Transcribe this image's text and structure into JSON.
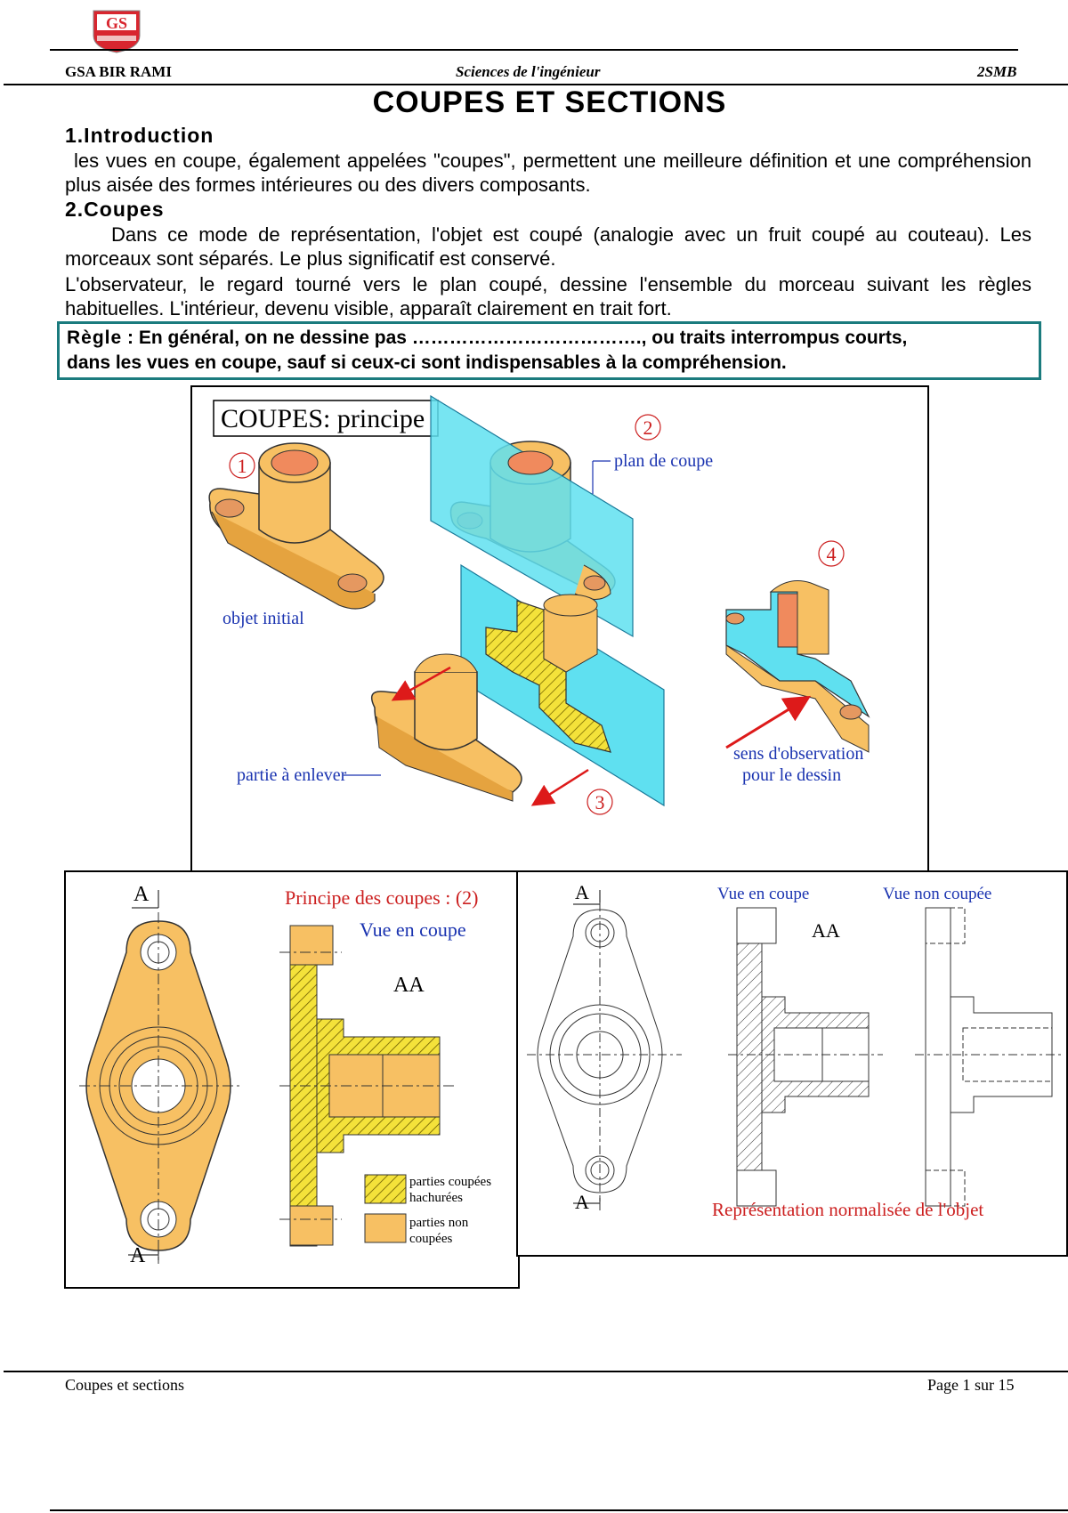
{
  "header": {
    "logo_text": "GS",
    "school": "GSA BIR RAMI",
    "subject": "Sciences de l'ingénieur",
    "class": "2SMB"
  },
  "title": "COUPES ET SECTIONS",
  "intro": {
    "heading": "1.Introduction",
    "text": "les vues en coupe, également appelées \"coupes\", permettent une meilleure définition et une compréhension plus aisée des formes intérieures ou des divers composants."
  },
  "coupes": {
    "heading": "2.Coupes",
    "para1": "Dans ce mode de représentation, l'objet est coupé (analogie avec un fruit coupé au couteau). Les morceaux sont séparés. Le plus significatif est conservé.",
    "para2": "L'observateur, le regard tourné vers le plan coupé, dessine l'ensemble du morceau suivant les règles habituelles. L'intérieur, devenu visible, apparaît clairement en trait fort."
  },
  "rule": {
    "label": "Règle",
    "text1": ": En général, on ne dessine pas ………………………………., ou traits interrompus courts,",
    "text2": "dans les vues en coupe, sauf si ceux-ci sont indispensables à la compréhension."
  },
  "figure1": {
    "title": "COUPES: principe",
    "step1": "1",
    "step2": "2",
    "step3": "3",
    "step4": "4",
    "plan_label": "plan de coupe",
    "objet_label": "objet initial",
    "enlever_label": "partie à enlever",
    "sens_label_1": "sens d'observation",
    "sens_label_2": "pour le dessin"
  },
  "figure2": {
    "title": "Principe des coupes : (2)",
    "vue_label": "Vue en coupe",
    "aa_label": "AA",
    "a_top": "A",
    "a_bottom": "A",
    "legend_hatch_1": "parties coupées",
    "legend_hatch_2": "hachurées",
    "legend_plain_1": "parties non",
    "legend_plain_2": "coupées"
  },
  "figure3": {
    "vue_coupe": "Vue en coupe",
    "vue_non": "Vue non coupée",
    "aa_label": "AA",
    "a_top": "A",
    "a_bottom": "A",
    "caption": "Représentation normalisée de l'objet"
  },
  "footer": {
    "left": "Coupes et sections",
    "right": "Page 1 sur 15"
  },
  "colors": {
    "orange": "#f7c063",
    "cyan": "#5fe0f0",
    "hatch": "#f4e23a",
    "teal_border": "#1b7b7e",
    "red": "#cc2020",
    "blue": "#1a33b0"
  }
}
